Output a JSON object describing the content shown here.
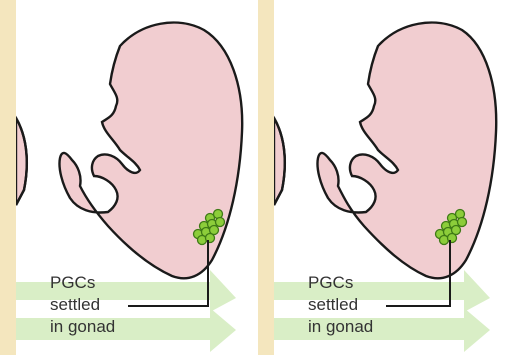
{
  "panels": [
    {
      "id": "left",
      "label_text": "PGCs\nsettled\nin gonad"
    },
    {
      "id": "right",
      "label_text": "PGCs\nsettled\nin gonad"
    }
  ],
  "colors": {
    "background": "#f4e6be",
    "panel": "#ffffff",
    "embryo_fill": "#f1cdd0",
    "outline": "#1a1a1a",
    "arrow": "#d9eec6",
    "pgc_fill": "#8ccd3a",
    "pgc_stroke": "#3f7a16"
  }
}
